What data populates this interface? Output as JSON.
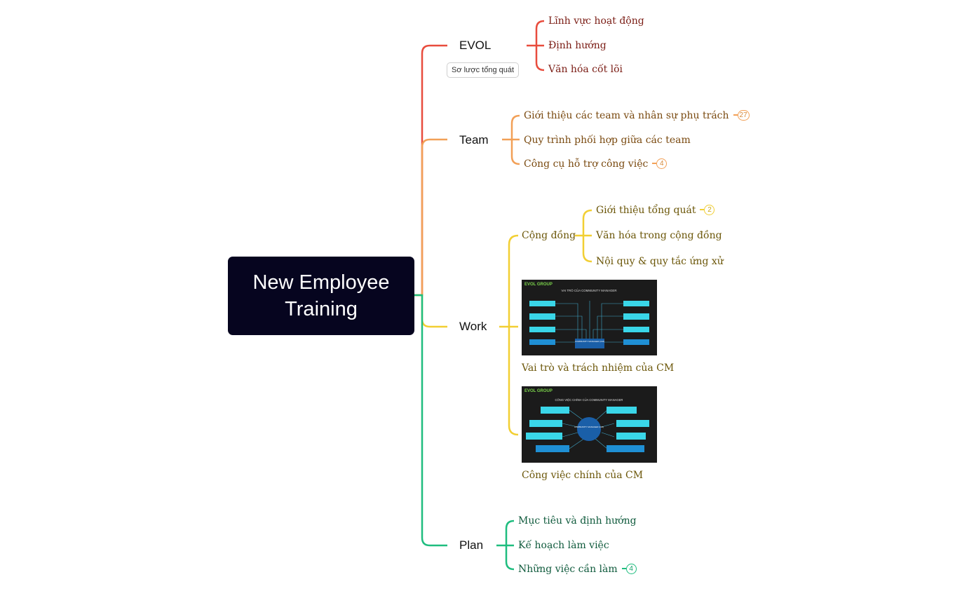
{
  "root": {
    "title": "New Employee Training"
  },
  "colors": {
    "evol": "#e84c3d",
    "team": "#f2a057",
    "work": "#f2cf33",
    "plan": "#1fbd7f",
    "root_bg": "#06051f"
  },
  "branches": {
    "evol": {
      "label": "EVOL",
      "note": "Sơ lược tổng quát",
      "children": [
        "Lĩnh vực hoạt động",
        "Định hướng",
        "Văn hóa cốt lõi"
      ]
    },
    "team": {
      "label": "Team",
      "children": [
        {
          "label": "Giới thiệu các team và nhân sự phụ trách",
          "count": "27"
        },
        {
          "label": "Quy trình phối hợp giữa các team"
        },
        {
          "label": "Công cụ hỗ trợ công việc",
          "count": "4"
        }
      ]
    },
    "work": {
      "label": "Work",
      "community": {
        "label": "Cộng đồng",
        "children": [
          {
            "label": "Giới thiệu tổng quát",
            "count": "2"
          },
          {
            "label": "Văn hóa trong cộng đồng"
          },
          {
            "label": "Nội quy & quy tắc ứng xử"
          }
        ]
      },
      "images": [
        {
          "caption": "Vai trò và trách nhiệm của CM",
          "logo": "EVOL GROUP",
          "heading": "VAI TRÒ CỦA COMMUNITY MANAGER",
          "center": "COMMUNITY MANAGER (CM)"
        },
        {
          "caption": "Công việc chính của CM",
          "logo": "EVOL GROUP",
          "heading": "CÔNG VIỆC CHÍNH CỦA COMMUNITY MANAGER",
          "center": "COMMUNITY MANAGER (CM)"
        }
      ]
    },
    "plan": {
      "label": "Plan",
      "children": [
        {
          "label": "Mục tiêu và định hướng"
        },
        {
          "label": "Kế hoạch làm việc"
        },
        {
          "label": "Những việc cần làm",
          "count": "4"
        }
      ]
    }
  }
}
